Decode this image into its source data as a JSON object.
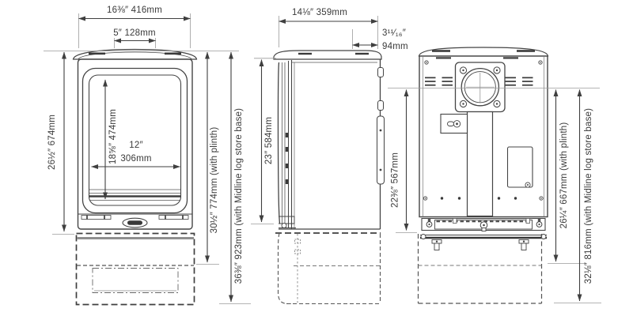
{
  "colors": {
    "line": "#444444",
    "dimension_text": "#3a3a3a",
    "extension_line": "#9b9b9b",
    "background": "#ffffff"
  },
  "front_view": {
    "overall_width": "16⅜″ 416mm",
    "top_flue_width": "5″ 128mm",
    "overall_height": "26½″ 674mm",
    "glass_height": "18⅝″ 474mm",
    "glass_width_in": "12″",
    "glass_width_mm": "306mm",
    "height_with_plinth": "30½″ 774mm (with plinth)",
    "height_with_log_store": "36⅜″ 923mm (with Midline log store base)"
  },
  "side_view": {
    "overall_depth": "14⅛″ 359mm",
    "flue_offset_in": "3¹¹⁄₁₆″",
    "flue_offset_mm": "94mm",
    "body_height": "23″ 584mm"
  },
  "back_view": {
    "flue_centre_height": "22⅜″ 567mm",
    "height_with_plinth": "26¼″ 667mm (with plinth)",
    "height_with_log_store": "32⅛″ 816mm (with Midline log store base)"
  }
}
